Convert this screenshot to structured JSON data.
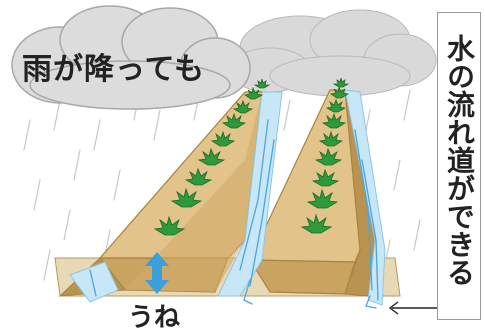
{
  "cloud_label": "雨が降っても",
  "side_label": "水の流れ道ができる",
  "ridge_label": "うね",
  "colors": {
    "soil": "#d7b57a",
    "soil_dark": "#a9833f",
    "water": "#bde2f4",
    "arrow": "#3b9fdc",
    "cloud": "#dadada",
    "plant": "#2e9a3b"
  },
  "icons": [
    "rain-cloud-icon",
    "plant-icon",
    "double-arrow-icon",
    "pointer-arrow-icon"
  ]
}
